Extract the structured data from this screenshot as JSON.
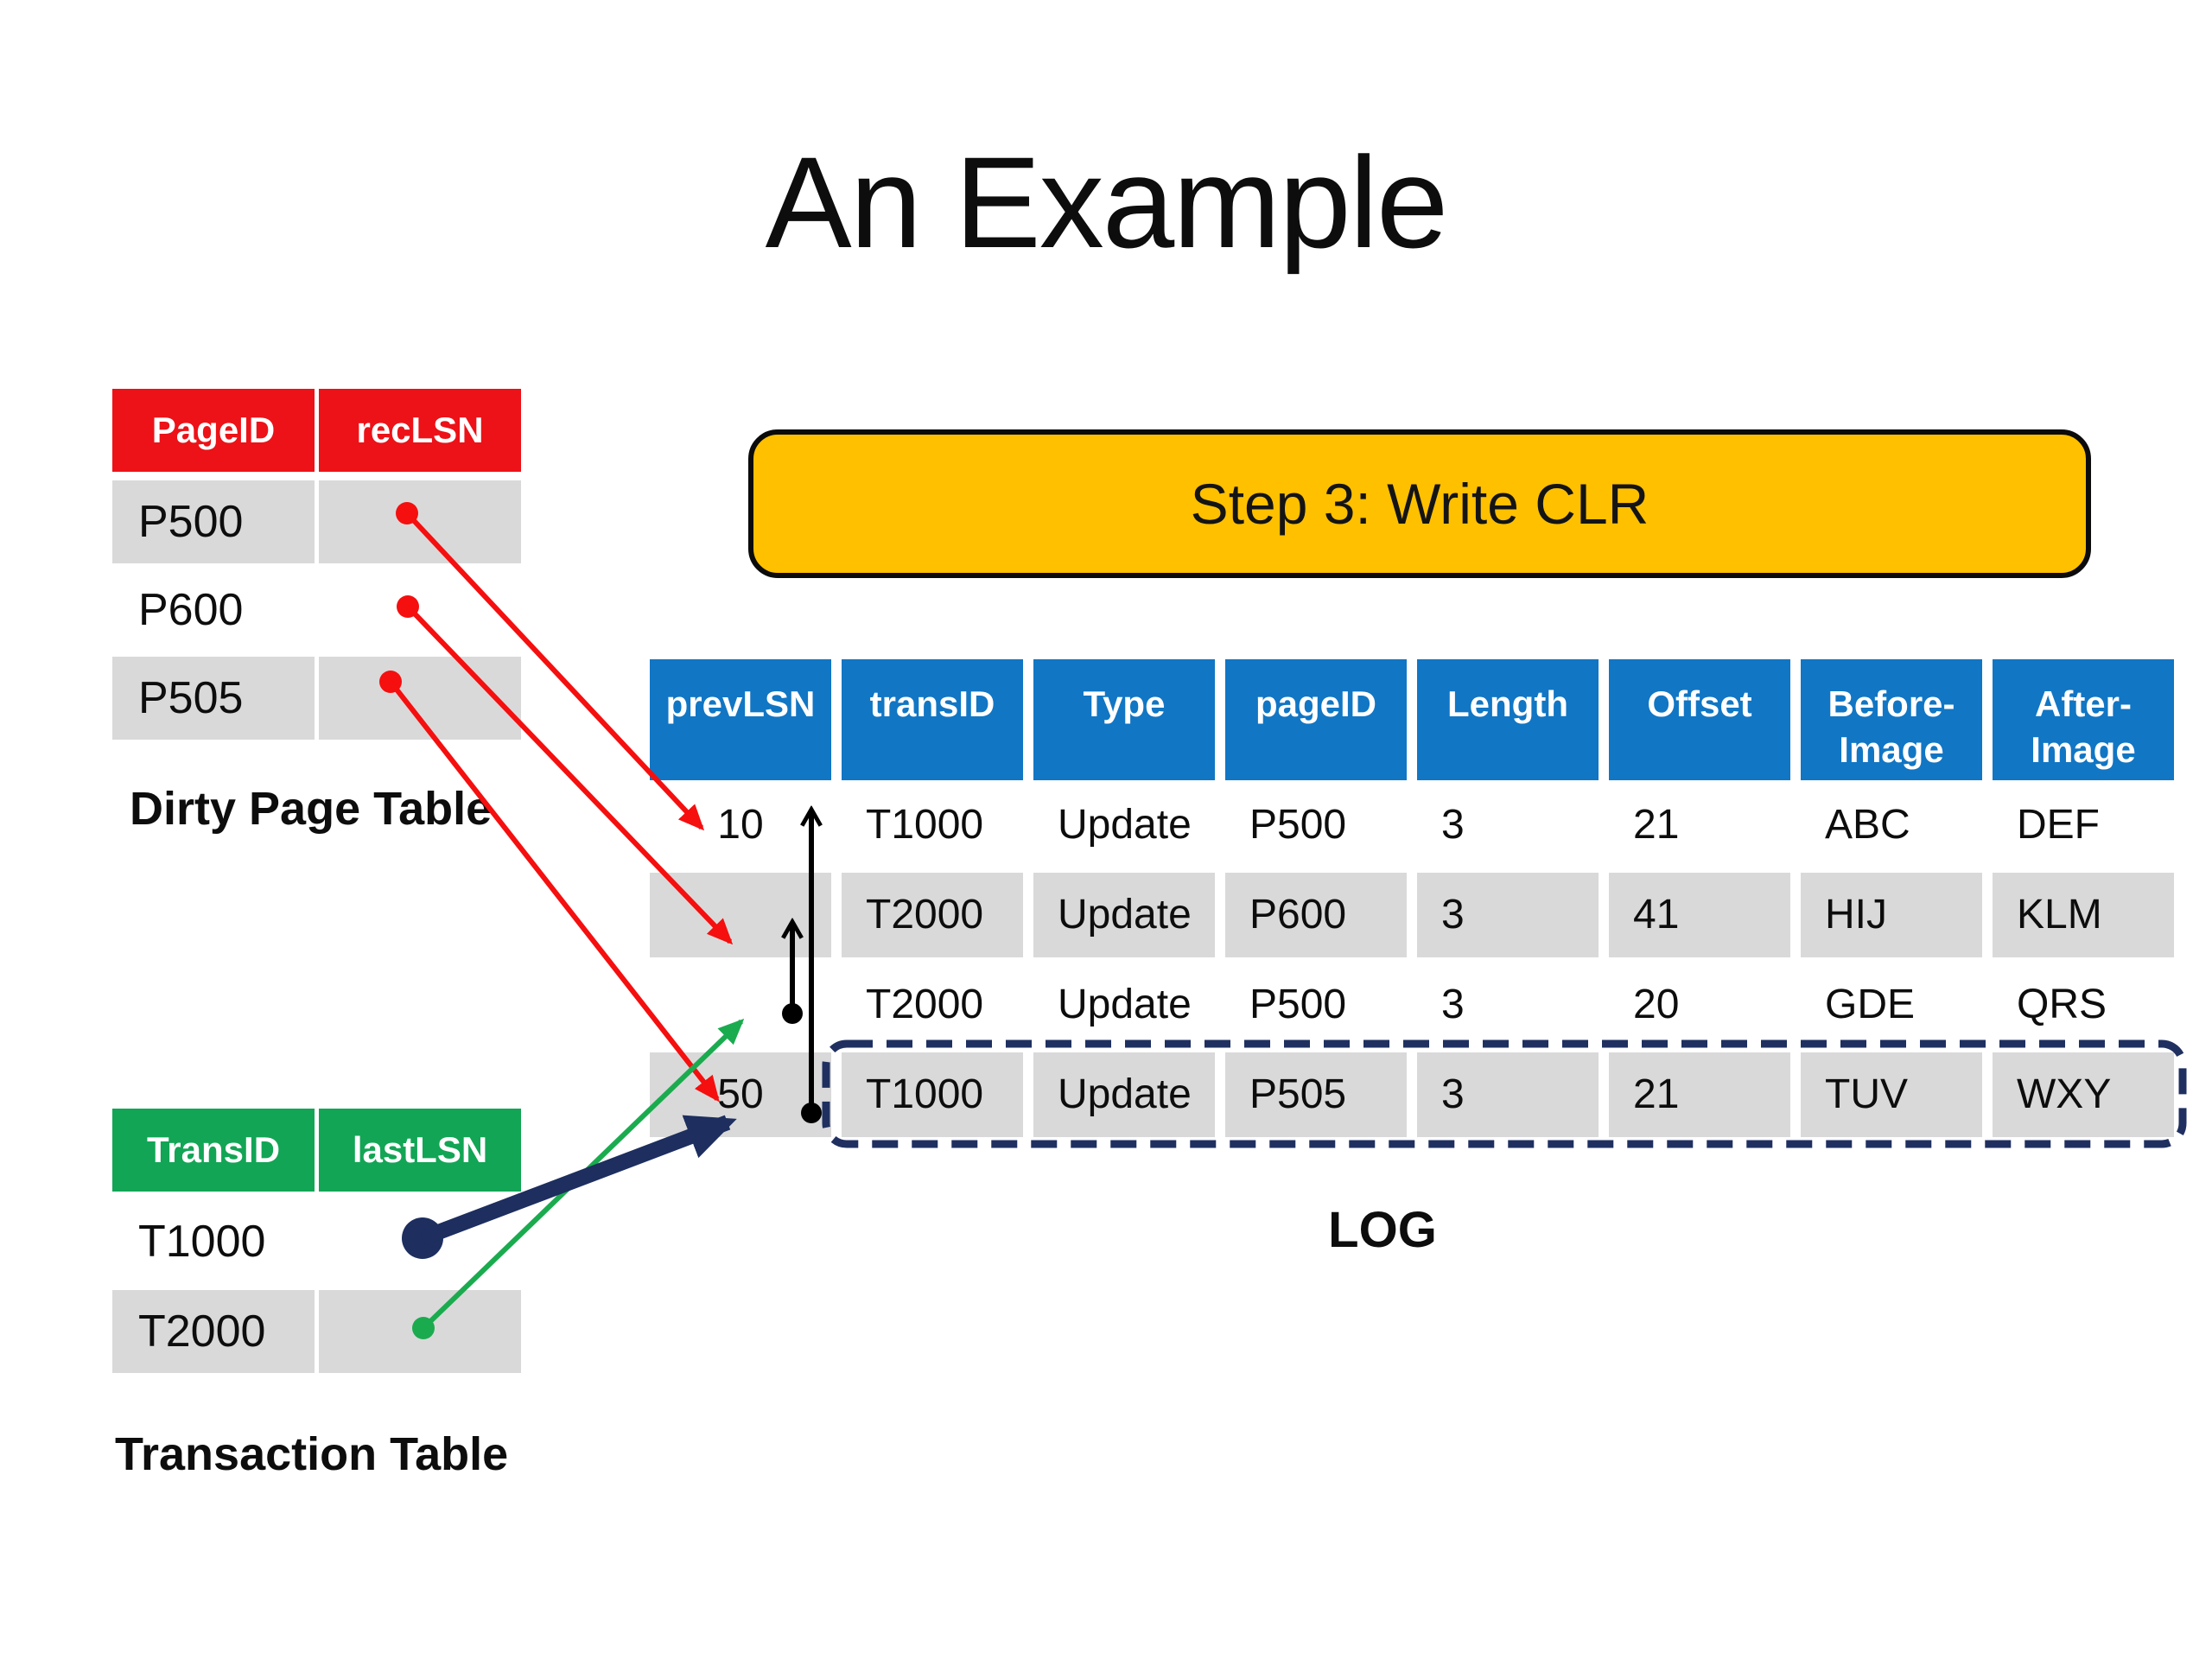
{
  "slide": {
    "title": "An Example"
  },
  "colors": {
    "header_red": "#EC1218",
    "header_green": "#12A555",
    "header_blue": "#1176C4",
    "row_gray": "#D9D9D9",
    "banner_yellow": "#FFC000",
    "arrow_red": "#F50F0F",
    "arrow_green": "#1BAB4F",
    "arrow_navy": "#1D2E5F",
    "arrow_black": "#000000",
    "highlight_navy": "#1F3060"
  },
  "dirty_page_table": {
    "caption": "Dirty Page Table",
    "columns": [
      "PageID",
      "recLSN"
    ],
    "rows": [
      {
        "page_id": "P500",
        "rec_lsn": ""
      },
      {
        "page_id": "P600",
        "rec_lsn": ""
      },
      {
        "page_id": "P505",
        "rec_lsn": ""
      }
    ]
  },
  "transaction_table": {
    "caption": "Transaction Table",
    "columns": [
      "TransID",
      "lastLSN"
    ],
    "rows": [
      {
        "trans_id": "T1000",
        "last_lsn": ""
      },
      {
        "trans_id": "T2000",
        "last_lsn": ""
      }
    ]
  },
  "step_banner": {
    "label": "Step 3: Write CLR"
  },
  "log_table": {
    "caption": "LOG",
    "columns": [
      "prevLSN",
      "transID",
      "Type",
      "pageID",
      "Length",
      "Offset",
      "Before-\nImage",
      "After-\nImage"
    ],
    "rows": [
      {
        "cells": [
          "10",
          "T1000",
          "Update",
          "P500",
          "3",
          "21",
          "ABC",
          "DEF"
        ],
        "highlighted": false
      },
      {
        "cells": [
          "",
          "T2000",
          "Update",
          "P600",
          "3",
          "41",
          "HIJ",
          "KLM"
        ],
        "highlighted": false
      },
      {
        "cells": [
          "",
          "T2000",
          "Update",
          "P500",
          "3",
          "20",
          "GDE",
          "QRS"
        ],
        "highlighted": false
      },
      {
        "cells": [
          "50",
          "T1000",
          "Update",
          "P505",
          "3",
          "21",
          "TUV",
          "WXY"
        ],
        "highlighted": true
      }
    ]
  },
  "connectors": [
    {
      "name": "p500-reclsn-to-log-row1",
      "color": "red"
    },
    {
      "name": "p600-reclsn-to-log-row2",
      "color": "red"
    },
    {
      "name": "p505-reclsn-to-log-row4",
      "color": "red"
    },
    {
      "name": "t1000-lastlsn-to-log-row4",
      "color": "navy"
    },
    {
      "name": "t2000-lastlsn-to-log-row3",
      "color": "green"
    },
    {
      "name": "log-row4-prevlsn-to-row1",
      "color": "black"
    },
    {
      "name": "log-row3-prevlsn-to-row2",
      "color": "black"
    },
    {
      "name": "clr-row-highlight",
      "color": "navy-dashed"
    }
  ]
}
